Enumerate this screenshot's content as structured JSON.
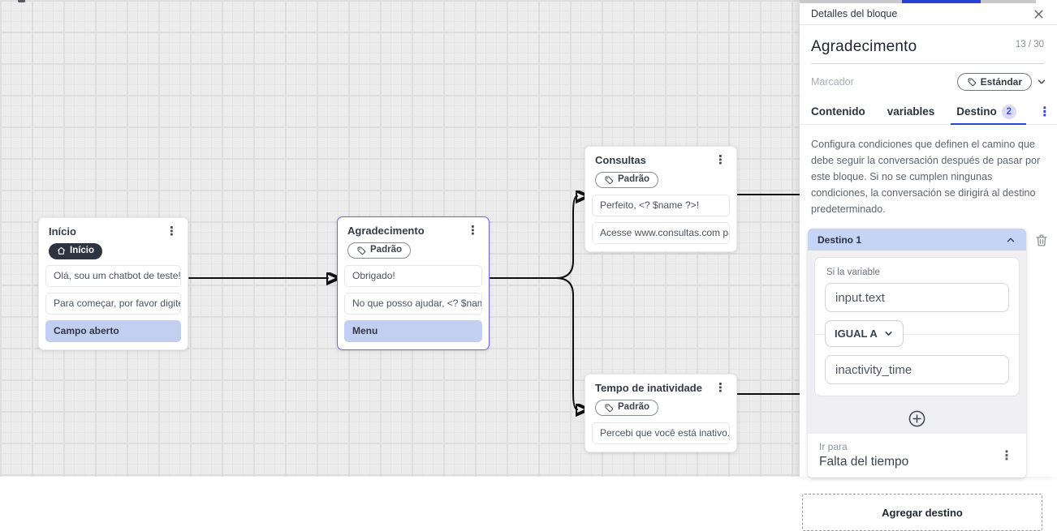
{
  "nodes": {
    "inicio": {
      "title": "Início",
      "badge_label": "Início",
      "msg1": "Olá, sou um chatbot de teste!",
      "msg2": "Para começar, por favor digite o ...",
      "action": "Campo aberto"
    },
    "agradecimento": {
      "title": "Agradecimento",
      "badge_label": "Padrão",
      "msg1": "Obrigado!",
      "msg2": "No que posso ajudar, <? $name ...",
      "action": "Menu"
    },
    "consultas": {
      "title": "Consultas",
      "badge_label": "Padrão",
      "msg1": "Perfeito, <? $name ?>!",
      "msg2": "Acesse www.consultas.com par..."
    },
    "tempo": {
      "title": "Tempo de inatividade",
      "badge_label": "Padrão",
      "msg1": "Percebi que você está inativo. C..."
    }
  },
  "panel": {
    "header_title": "Detalles del bloque",
    "block_name": "Agradecimento",
    "char_counter": "13 / 30",
    "marker_label": "Marcador",
    "marker_value": "Estándar",
    "tabs": {
      "contenido": "Contenido",
      "variables": "variables",
      "destino": "Destino",
      "destino_badge": "2"
    },
    "description": "Configura condiciones que definen el camino que debe seguir la conversación después de pasar por este bloque. Si no se cumplen ningunas condiciones, la conversación se dirigirá al destino predeterminado.",
    "destination": {
      "title": "Destino 1",
      "condition_label": "Si la variable",
      "variable_value": "input.text",
      "operator": "IGUAL A",
      "compare_value": "inactivity_time",
      "goto_label": "Ir para",
      "goto_value": "Falta del tiempo"
    },
    "add_destination": "Agregar destino"
  },
  "colors": {
    "accent_blue": "#2b46d4",
    "selected_node_border": "#7165e3",
    "highlight_row": "#c2cff1",
    "destination_header": "#c5d3f4",
    "dark_badge": "#2d3340",
    "connector": "#101010",
    "canvas_background": "#ececec"
  }
}
